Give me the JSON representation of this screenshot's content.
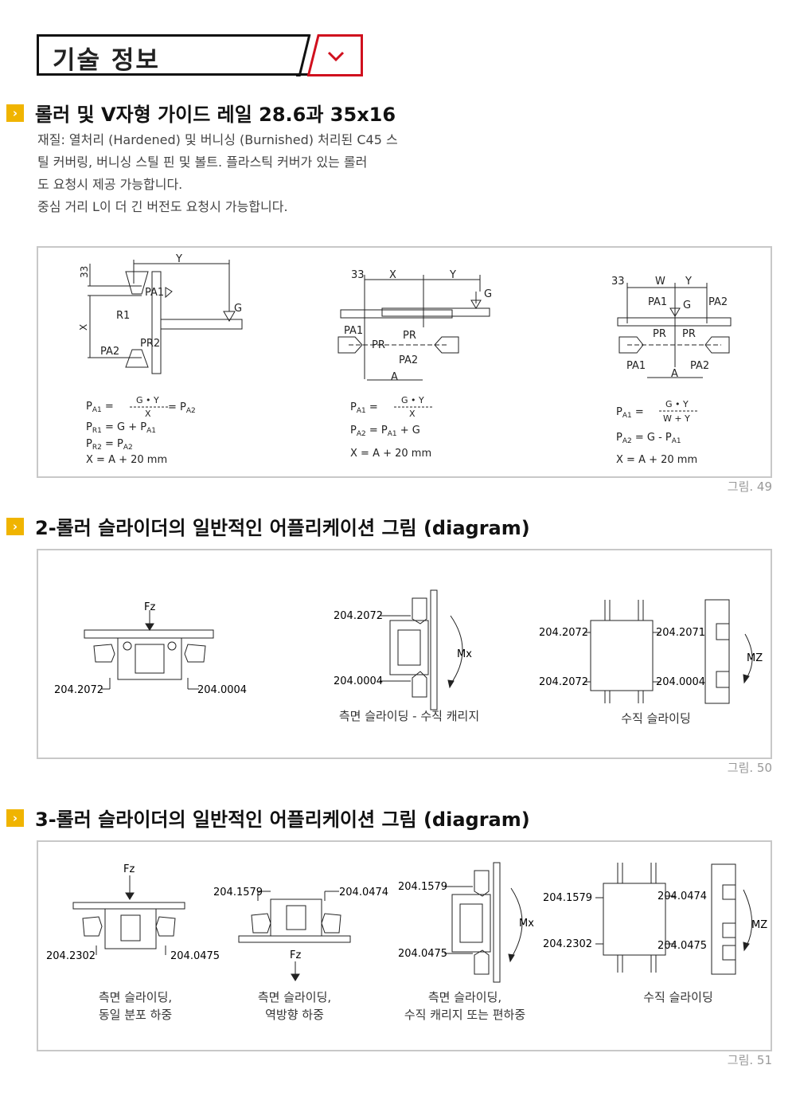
{
  "header": {
    "title": "기술 정보",
    "toggle_icon": "chevron-down-icon",
    "accent": "#d0101e"
  },
  "section1": {
    "title": "롤러 및 V자형 가이드 레일 28.6과 35x16",
    "paragraph_lines": [
      "재질: 열처리 (Hardened) 및 버니싱 (Burnished) 처리된 C45 스",
      "틸 커버링, 버니싱 스틸 핀 및 볼트. 플라스틱 커버가 있는 롤러",
      "도 요청시 제공 가능합니다.",
      "중심 거리 L이 더 긴 버전도 요청시 가능합니다."
    ],
    "figure": "그림. 49",
    "diagrams": [
      {
        "dims": {
          "top": "33",
          "x": "X",
          "y": "Y"
        },
        "labels": {
          "pa1": "PA1",
          "pa2": "PA2",
          "r1": "R1",
          "pr2": "PR2",
          "g": "G"
        },
        "formulas": [
          {
            "lhs": "P",
            "lhs_sub": "A1",
            "eq": " = ",
            "num": "G • Y",
            "den": "X",
            "tail": " = P",
            "tail_sub": "A2"
          },
          {
            "text": "P",
            "sub": "R1",
            "rest": " = G + P",
            "rest_sub": "A1"
          },
          {
            "text": "P",
            "sub": "R2",
            "rest": " = P",
            "rest_sub": "A2"
          },
          {
            "plain": "X = A + 20 mm"
          }
        ]
      },
      {
        "dims": {
          "top": "33",
          "x": "X",
          "y": "Y",
          "a": "A"
        },
        "labels": {
          "pa1": "PA1",
          "pa2": "PA2",
          "pr1": "PR",
          "pr2": "PR",
          "g": "G"
        },
        "formulas": [
          {
            "lhs": "P",
            "lhs_sub": "A1",
            "eq": " = ",
            "num": "G • Y",
            "den": "X"
          },
          {
            "text": "P",
            "sub": "A2",
            "rest": " = P",
            "rest_sub": "A1",
            "rest2": " + G"
          },
          {
            "plain": "X = A + 20 mm"
          }
        ]
      },
      {
        "dims": {
          "top": "33",
          "w": "W",
          "y": "Y",
          "a": "A"
        },
        "labels": {
          "pa1": "PA1",
          "pa2": "PA2",
          "pr1": "PR",
          "pr2": "PR",
          "g": "G",
          "pa1b": "PA1",
          "pa2b": "PA2"
        },
        "formulas": [
          {
            "lhs": "P",
            "lhs_sub": "A1",
            "eq": " = ",
            "num": "G • Y",
            "den": "W + Y"
          },
          {
            "text": "P",
            "sub": "A2",
            "rest": " = G - P",
            "rest_sub": "A1"
          },
          {
            "plain": "X = A + 20 mm"
          }
        ]
      }
    ]
  },
  "section2": {
    "title": "2-롤러 슬라이더의 일반적인 어플리케이션 그림 (diagram)",
    "figure": "그림. 50",
    "d1": {
      "force": "Fz",
      "left": "204.2072",
      "right": "204.0004"
    },
    "d2": {
      "top": "204.2072",
      "bottom": "204.0004",
      "moment": "Mx",
      "caption": "측면 슬라이딩 - 수직 캐리지"
    },
    "d3": {
      "tl": "204.2072",
      "tr": "204.2071",
      "bl": "204.2072",
      "br": "204.0004",
      "moment": "MZ",
      "caption": "수직 슬라이딩"
    }
  },
  "section3": {
    "title": "3-롤러 슬라이더의 일반적인 어플리케이션 그림 (diagram)",
    "figure": "그림. 51",
    "d1": {
      "force": "Fz",
      "left": "204.2302",
      "right": "204.0475",
      "caption1": "측면 슬라이딩,",
      "caption2": "동일 분포 하중"
    },
    "d2": {
      "force": "Fz",
      "left": "204.1579",
      "right": "204.0474",
      "caption1": "측면 슬라이딩,",
      "caption2": "역방향 하중"
    },
    "d3": {
      "top": "204.1579",
      "bottom": "204.0475",
      "moment": "Mx",
      "caption1": "측면 슬라이딩,",
      "caption2": "수직 캐리지 또는 편하중"
    },
    "d4": {
      "tl": "204.1579",
      "tr": "204.0474",
      "bl": "204.2302",
      "br": "204.0475",
      "moment": "MZ",
      "caption1": "수직 슬라이딩"
    }
  }
}
